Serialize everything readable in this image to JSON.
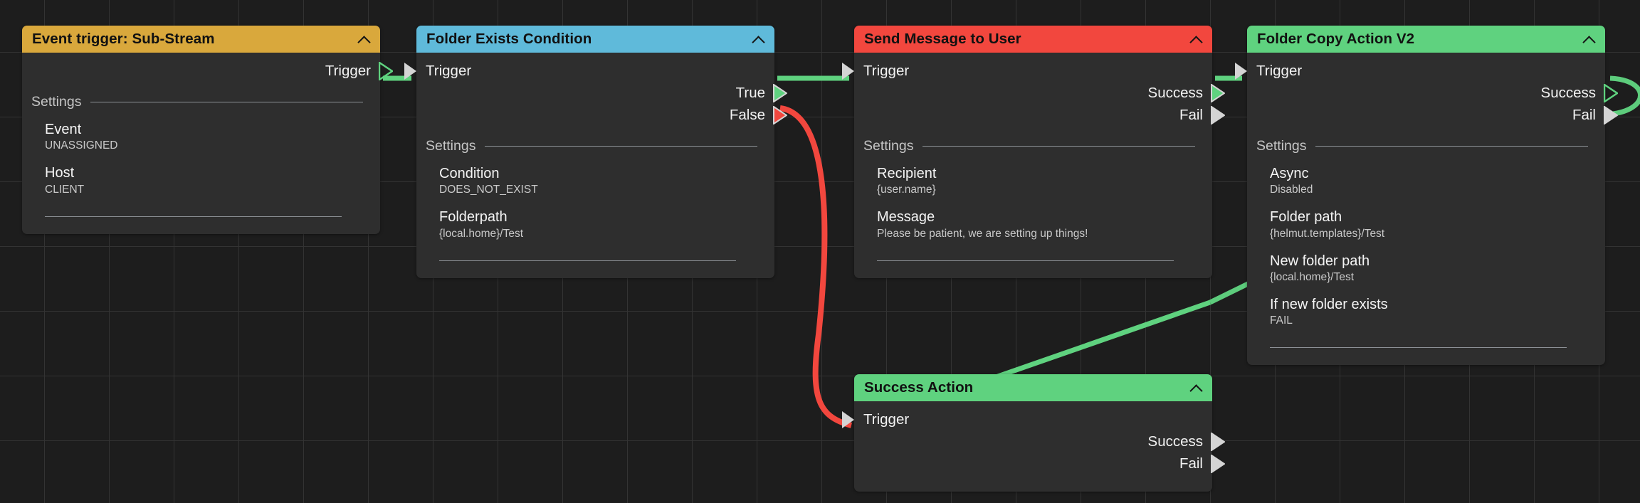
{
  "canvas": {
    "background_color": "#1d1d1d",
    "grid_color": "#333333"
  },
  "colors": {
    "trigger_header": "#d9a83c",
    "condition_header": "#5fbada",
    "message_header": "#f2473e",
    "action_header": "#5fd27f",
    "wire_success": "#5fd27f",
    "wire_fail": "#f2473e",
    "port_marker": "#d4d4d4"
  },
  "nodes": [
    {
      "id": "event-trigger",
      "title": "Event trigger: Sub-Stream",
      "collapse_icon": "chevron-up-icon",
      "inputs": [],
      "outputs": [
        "Trigger"
      ],
      "settings_label": "Settings",
      "fields": [
        {
          "label": "Event",
          "value": "UNASSIGNED"
        },
        {
          "label": "Host",
          "value": "CLIENT"
        }
      ]
    },
    {
      "id": "folder-exists",
      "title": "Folder Exists Condition",
      "collapse_icon": "chevron-up-icon",
      "inputs": [
        "Trigger"
      ],
      "outputs": [
        "True",
        "False"
      ],
      "settings_label": "Settings",
      "fields": [
        {
          "label": "Condition",
          "value": "DOES_NOT_EXIST"
        },
        {
          "label": "Folderpath",
          "value": "{local.home}/Test"
        }
      ]
    },
    {
      "id": "send-message",
      "title": "Send Message to User",
      "collapse_icon": "chevron-up-icon",
      "inputs": [
        "Trigger"
      ],
      "outputs": [
        "Success",
        "Fail"
      ],
      "settings_label": "Settings",
      "fields": [
        {
          "label": "Recipient",
          "value": "{user.name}"
        },
        {
          "label": "Message",
          "value": "Please be patient, we are setting up things!"
        }
      ]
    },
    {
      "id": "folder-copy",
      "title": "Folder Copy Action V2",
      "collapse_icon": "chevron-up-icon",
      "inputs": [
        "Trigger"
      ],
      "outputs": [
        "Success",
        "Fail"
      ],
      "settings_label": "Settings",
      "fields": [
        {
          "label": "Async",
          "value": "Disabled"
        },
        {
          "label": "Folder path",
          "value": "{helmut.templates}/Test"
        },
        {
          "label": "New folder path",
          "value": "{local.home}/Test"
        },
        {
          "label": "If new folder exists",
          "value": "FAIL"
        }
      ]
    },
    {
      "id": "success-action",
      "title": "Success Action",
      "collapse_icon": "chevron-up-icon",
      "inputs": [
        "Trigger"
      ],
      "outputs": [
        "Success",
        "Fail"
      ],
      "settings_label": "",
      "fields": []
    }
  ],
  "connections": [
    {
      "from": "event-trigger.Trigger",
      "to": "folder-exists.Trigger",
      "color": "#5fd27f"
    },
    {
      "from": "folder-exists.True",
      "to": "send-message.Trigger",
      "color": "#5fd27f"
    },
    {
      "from": "folder-exists.False",
      "to": "success-action.Trigger",
      "color": "#f2473e"
    },
    {
      "from": "send-message.Success",
      "to": "folder-copy.Trigger",
      "color": "#5fd27f"
    },
    {
      "from": "folder-copy.Success",
      "to": "success-action.Trigger",
      "color": "#5fd27f"
    }
  ]
}
